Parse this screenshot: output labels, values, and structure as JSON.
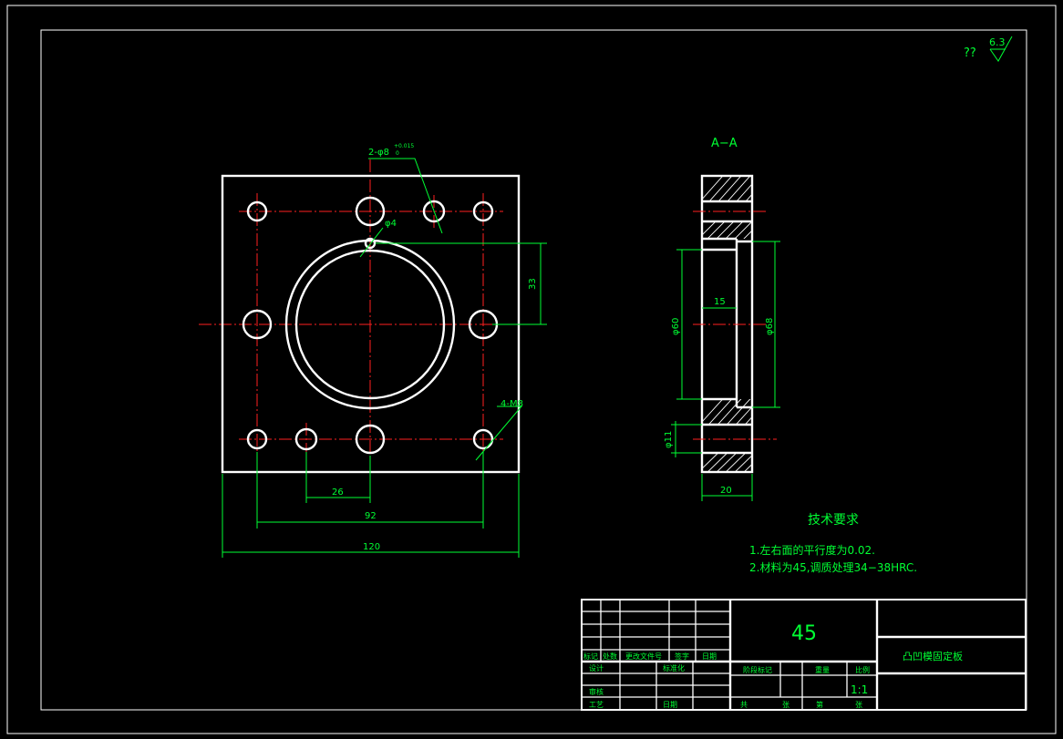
{
  "colors": {
    "background": "#000000",
    "outline": "#ffffff",
    "dimension": "#00ff33",
    "centerline": "#ff2020"
  },
  "roughness": {
    "prefix": "??",
    "value": "6.3"
  },
  "section_label": "A−A",
  "dims": {
    "holes_2": "2-φ8",
    "tol_upper": "+0.015",
    "tol_lower": "0",
    "small_hole": "φ4",
    "thread": "4-M8",
    "d33": "33",
    "d26": "26",
    "d92": "92",
    "d120": "120",
    "d15": "15",
    "phi60": "φ60",
    "phi68": "φ68",
    "phi11": "φ11",
    "d20": "20"
  },
  "notes": {
    "title": "技术要求",
    "items": [
      "1.左右面的平行度为0.02.",
      "2.材料为45,调质处理34−38HRC."
    ]
  },
  "title_block": {
    "material": "45",
    "part_name": "凸凹模固定板",
    "scale": "1:1",
    "left_labels": [
      "标记",
      "处数",
      "更改文件号",
      "签字",
      "日期",
      "设计",
      "标准化",
      "审核",
      "工艺",
      "日期"
    ],
    "mid_labels": [
      "阶段标记",
      "重量",
      "比例",
      "共",
      "张",
      "第",
      "张"
    ]
  }
}
